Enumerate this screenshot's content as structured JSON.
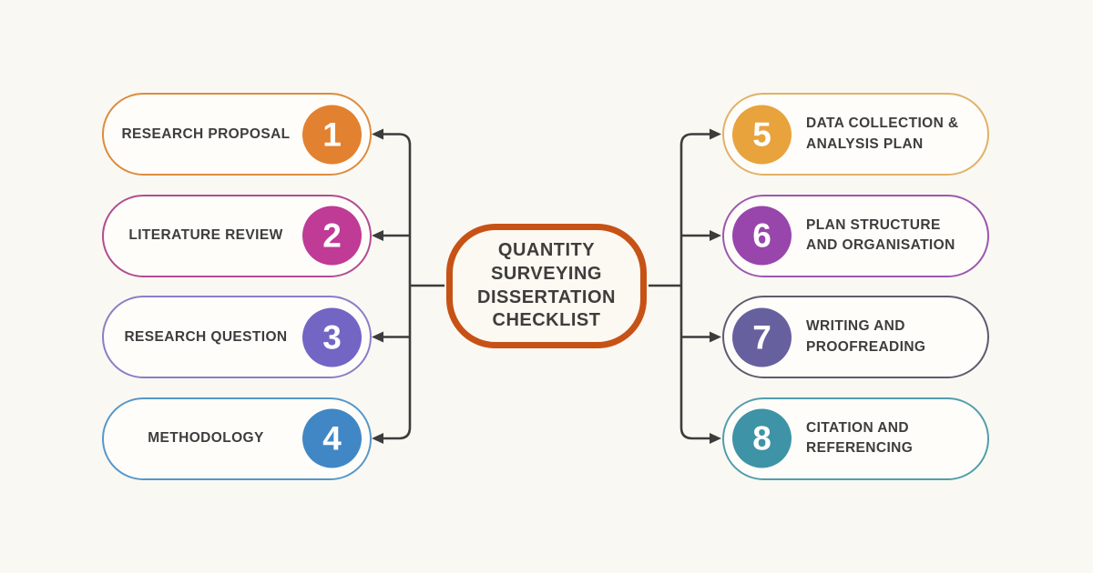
{
  "diagram_title": "Quantity Surveying Dissertation Checklist",
  "center": {
    "label_lines": [
      "QUANTITY",
      "SURVEYING",
      "DISSERTATION",
      "CHECKLIST"
    ],
    "border_color": "#C75216"
  },
  "colors": {
    "background": "#FAF8F3",
    "pill_fill": "#FEFDFA",
    "text": "#3F3D3C",
    "connector": "#3C3C3C",
    "number_text": "#FFFFFF"
  },
  "items": [
    {
      "number": "1",
      "side": "left",
      "label": "RESEARCH PROPOSAL",
      "label_line1": "RESEARCH PROPOSAL",
      "label_line2": "",
      "circle_color": "#E2812F",
      "border_color": "#DC8C3E"
    },
    {
      "number": "2",
      "side": "left",
      "label": "LITERATURE REVIEW",
      "label_line1": "LITERATURE REVIEW",
      "label_line2": "",
      "circle_color": "#BF3B95",
      "border_color": "#B34C8F"
    },
    {
      "number": "3",
      "side": "left",
      "label": "RESEARCH QUESTION",
      "label_line1": "RESEARCH QUESTION",
      "label_line2": "",
      "circle_color": "#7365C4",
      "border_color": "#8A7EC7"
    },
    {
      "number": "4",
      "side": "left",
      "label": "METHODOLOGY",
      "label_line1": "METHODOLOGY",
      "label_line2": "",
      "circle_color": "#4187C5",
      "border_color": "#5598CA"
    },
    {
      "number": "5",
      "side": "right",
      "label": "DATA COLLECTION & ANALYSIS PLAN",
      "label_line1": "DATA COLLECTION &",
      "label_line2": "ANALYSIS PLAN",
      "circle_color": "#E8A33C",
      "border_color": "#E1B167"
    },
    {
      "number": "6",
      "side": "right",
      "label": "PLAN STRUCTURE AND ORGANISATION",
      "label_line1": "PLAN STRUCTURE",
      "label_line2": "AND ORGANISATION",
      "circle_color": "#9846AC",
      "border_color": "#9C58AF"
    },
    {
      "number": "7",
      "side": "right",
      "label": "WRITING AND PROOFREADING",
      "label_line1": "WRITING AND",
      "label_line2": "PROOFREADING",
      "circle_color": "#67609F",
      "border_color": "#5E5B6F"
    },
    {
      "number": "8",
      "side": "right",
      "label": "CITATION AND REFERENCING",
      "label_line1": "CITATION AND",
      "label_line2": "REFERENCING",
      "circle_color": "#3F93A6",
      "border_color": "#529EAB"
    }
  ]
}
